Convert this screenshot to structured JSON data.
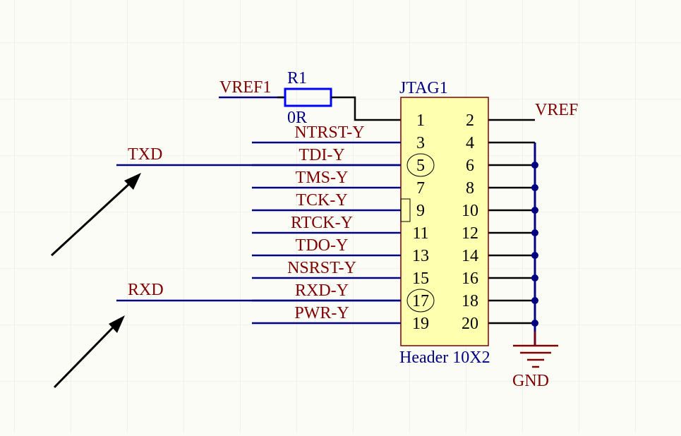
{
  "colors": {
    "background": "#fcfcf7",
    "grid": "#e6e6dc",
    "wire": "#000080",
    "net_label": "#800000",
    "designator": "#000080",
    "component_body_fill": "#ffffb0",
    "component_body_stroke": "#800000",
    "resistor_outline": "#0000ff",
    "pin_line": "#000000",
    "power_symbol": "#800000",
    "arrow": "#000000"
  },
  "resistor": {
    "designator": "R1",
    "value": "0R"
  },
  "header": {
    "designator": "JTAG1",
    "comment": "Header 10X2",
    "rows": [
      {
        "left": "1",
        "right": "2"
      },
      {
        "left": "3",
        "right": "4"
      },
      {
        "left": "5",
        "right": "6"
      },
      {
        "left": "7",
        "right": "8"
      },
      {
        "left": "9",
        "right": "10"
      },
      {
        "left": "11",
        "right": "12"
      },
      {
        "left": "13",
        "right": "14"
      },
      {
        "left": "15",
        "right": "16"
      },
      {
        "left": "17",
        "right": "18"
      },
      {
        "left": "19",
        "right": "20"
      }
    ],
    "circled_pins": [
      "5",
      "17"
    ],
    "boxed_pins": [
      "9"
    ]
  },
  "net_labels": {
    "vref1": "VREF1",
    "vref": "VREF",
    "gnd": "GND",
    "txd": "TXD",
    "rxd": "RXD",
    "left_pins": [
      "NTRST-Y",
      "TDI-Y",
      "TMS-Y",
      "TCK-Y",
      "RTCK-Y",
      "TDO-Y",
      "NSRST-Y",
      "RXD-Y",
      "PWR-Y"
    ]
  },
  "icons": {
    "ground": "ground-symbol-icon",
    "junction": "junction-dot-icon",
    "arrow": "annotation-arrow-icon"
  }
}
